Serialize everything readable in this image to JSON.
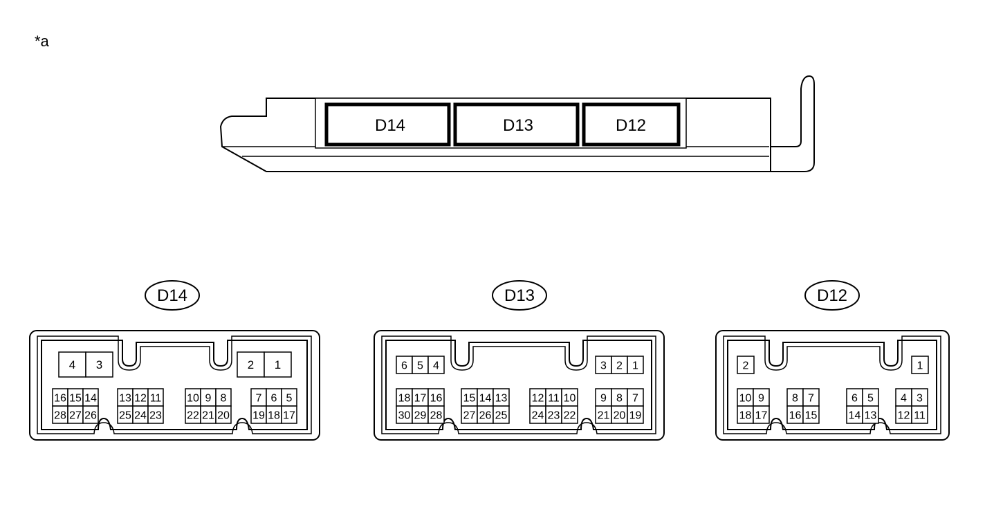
{
  "annotation": "*a",
  "overview": {
    "labels": [
      "D14",
      "D13",
      "D12"
    ]
  },
  "connectors": [
    {
      "name": "D14",
      "top_left_pins": [
        "4",
        "3"
      ],
      "top_right_pins": [
        "2",
        "1"
      ],
      "groups": [
        {
          "top": [
            "16",
            "15",
            "14"
          ],
          "bottom": [
            "28",
            "27",
            "26"
          ]
        },
        {
          "top": [
            "13",
            "12",
            "11"
          ],
          "bottom": [
            "25",
            "24",
            "23"
          ]
        },
        {
          "top": [
            "10",
            "9",
            "8"
          ],
          "bottom": [
            "22",
            "21",
            "20"
          ]
        },
        {
          "top": [
            "7",
            "6",
            "5"
          ],
          "bottom": [
            "19",
            "18",
            "17"
          ]
        }
      ]
    },
    {
      "name": "D13",
      "top_left_pins": [
        "6",
        "5",
        "4"
      ],
      "top_right_pins": [
        "3",
        "2",
        "1"
      ],
      "groups": [
        {
          "top": [
            "18",
            "17",
            "16"
          ],
          "bottom": [
            "30",
            "29",
            "28"
          ]
        },
        {
          "top": [
            "15",
            "14",
            "13"
          ],
          "bottom": [
            "27",
            "26",
            "25"
          ]
        },
        {
          "top": [
            "12",
            "11",
            "10"
          ],
          "bottom": [
            "24",
            "23",
            "22"
          ]
        },
        {
          "top": [
            "9",
            "8",
            "7"
          ],
          "bottom": [
            "21",
            "20",
            "19"
          ]
        }
      ]
    },
    {
      "name": "D12",
      "top_left_pins": [
        "2"
      ],
      "top_right_pins": [
        "1"
      ],
      "groups": [
        {
          "top": [
            "10",
            "9"
          ],
          "bottom": [
            "18",
            "17"
          ]
        },
        {
          "top": [
            "8",
            "7"
          ],
          "bottom": [
            "16",
            "15"
          ]
        },
        {
          "top": [
            "6",
            "5"
          ],
          "bottom": [
            "14",
            "13"
          ]
        },
        {
          "top": [
            "4",
            "3"
          ],
          "bottom": [
            "12",
            "11"
          ]
        }
      ]
    }
  ]
}
